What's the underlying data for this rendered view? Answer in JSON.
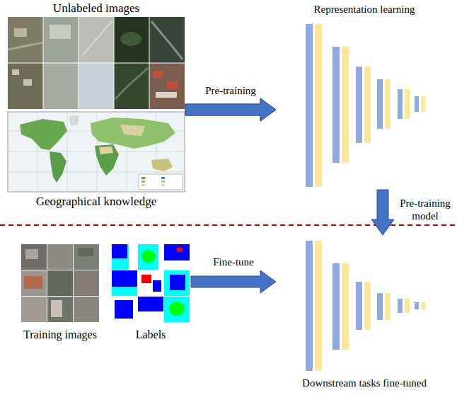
{
  "diagram": {
    "nodes": [
      {
        "text": [
          "Unlabeled images"
        ]
      },
      {
        "text": [
          "Geographical knowledge"
        ]
      },
      {
        "text": [
          "Representation learning"
        ]
      },
      {
        "text": [
          "Training images"
        ]
      },
      {
        "text": [
          "Labels"
        ]
      },
      {
        "text": [
          "Downstream tasks fine-tuned"
        ]
      }
    ],
    "edges": [
      {
        "from": 0,
        "to": 2,
        "arrow": "to",
        "label": "Pre-training"
      },
      {
        "from": 1,
        "to": 2,
        "arrow": "to"
      },
      {
        "from": 2,
        "to": 5,
        "arrow": "to",
        "label": "Pre-training model"
      },
      {
        "from": 4,
        "to": 5,
        "arrow": "to",
        "label": "Fine-tune"
      }
    ]
  }
}
